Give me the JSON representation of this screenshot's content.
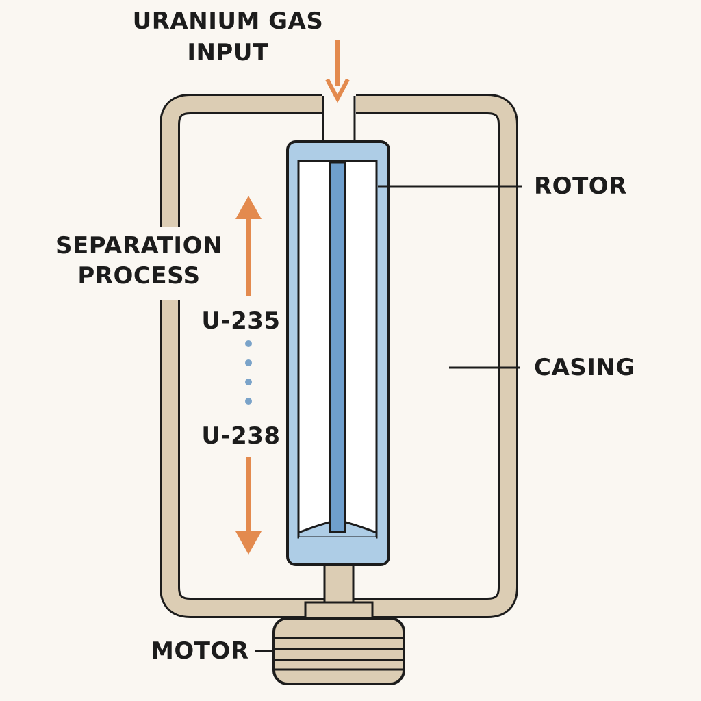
{
  "labels": {
    "input_line1": "URANIUM GAS",
    "input_line2": "INPUT",
    "rotor": "ROTOR",
    "separation_line1": "SEPARATION",
    "separation_line2": "PROCESS",
    "u235": "U-235",
    "u238": "U-238",
    "casing": "CASING",
    "motor": "MOTOR"
  },
  "colors": {
    "background": "#faf7f2",
    "casing_fill": "#dccdb4",
    "outline": "#1c1c1c",
    "rotor_fill": "#aecde6",
    "rotor_shaft": "#6f9fcd",
    "rotor_inner": "#ffffff",
    "arrow": "#e38a4e",
    "isotope_dots": "#7aa3c9"
  },
  "icons": {
    "input_arrow": "arrow-down-icon",
    "separation_up_arrow": "arrow-up-icon",
    "separation_down_arrow": "arrow-down-icon"
  }
}
